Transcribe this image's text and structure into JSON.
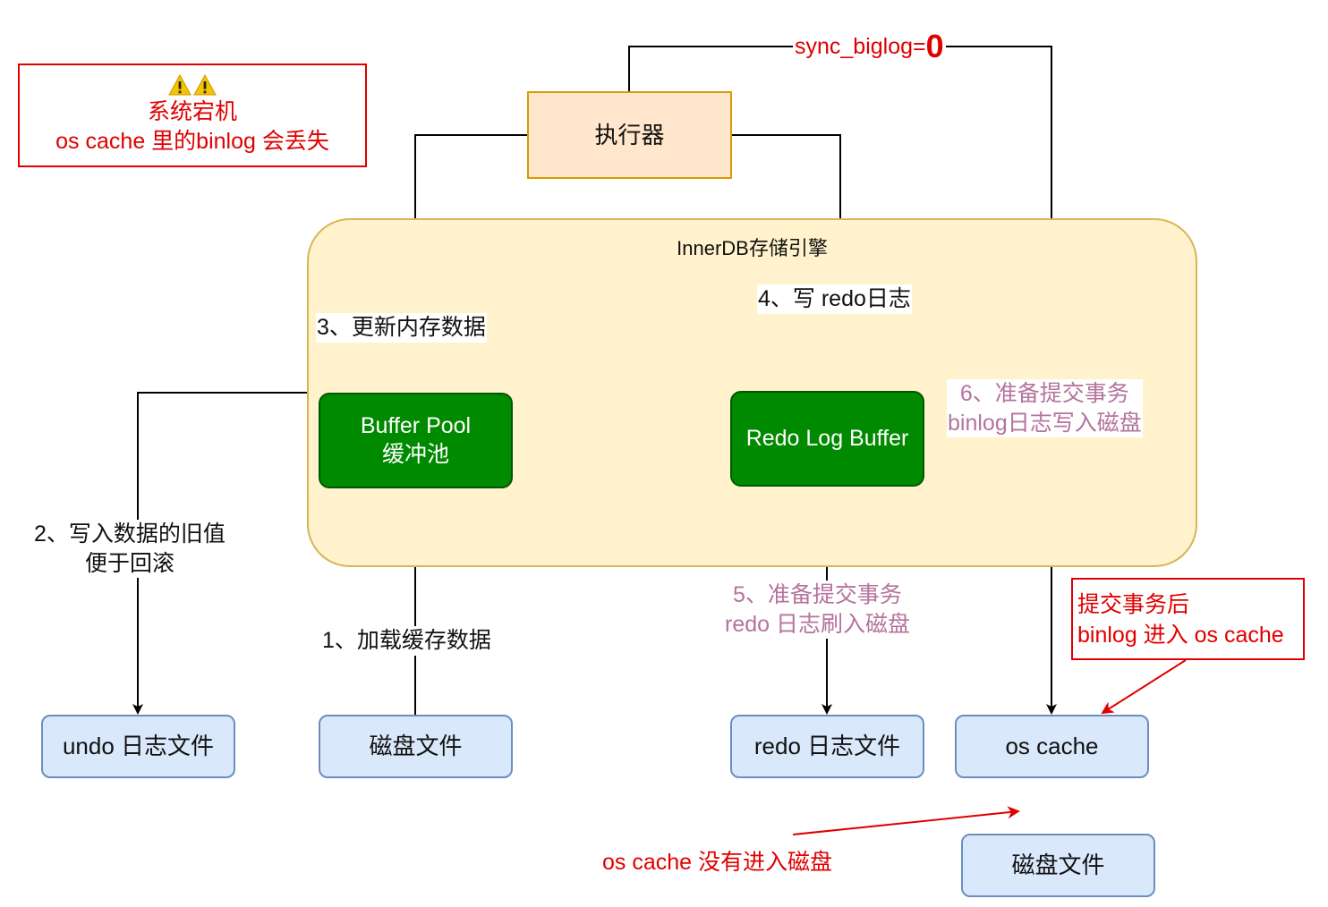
{
  "warning": {
    "icons": [
      "warning-icon",
      "warning-icon"
    ],
    "line1": "系统宕机",
    "line2": "os cache 里的binlog 会丢失"
  },
  "executor": {
    "label": "执行器"
  },
  "sync": {
    "prefix": "sync_biglog=",
    "value": "0"
  },
  "engine": {
    "title": "InnerDB存储引擎"
  },
  "buffer_pool": {
    "line1": "Buffer Pool",
    "line2": "缓冲池"
  },
  "redo_log_buffer": {
    "label": "Redo Log Buffer"
  },
  "steps": {
    "step1": "1、加载缓存数据",
    "step2_line1": "2、写入数据的旧值",
    "step2_line2": "便于回滚",
    "step3": "3、更新内存数据",
    "step4": "4、写 redo日志",
    "step5_line1": "5、准备提交事务",
    "step5_line2": "redo 日志刷入磁盘",
    "step6_line1": "6、准备提交事务",
    "step6_line2": "binlog日志写入磁盘"
  },
  "files": {
    "undo": "undo 日志文件",
    "disk": "磁盘文件",
    "redo": "redo 日志文件",
    "os_cache": "os cache",
    "disk2": "磁盘文件"
  },
  "note": {
    "line1": "提交事务后",
    "line2": "binlog 进入 os cache"
  },
  "bottom_note": "os cache 没有进入磁盘",
  "colors": {
    "red": "#e00000",
    "purple": "#b5739d",
    "green": "#008a00",
    "engine_fill": "#fff2cc",
    "executor_fill": "#ffe6cc",
    "storage_fill": "#dae8fc"
  }
}
